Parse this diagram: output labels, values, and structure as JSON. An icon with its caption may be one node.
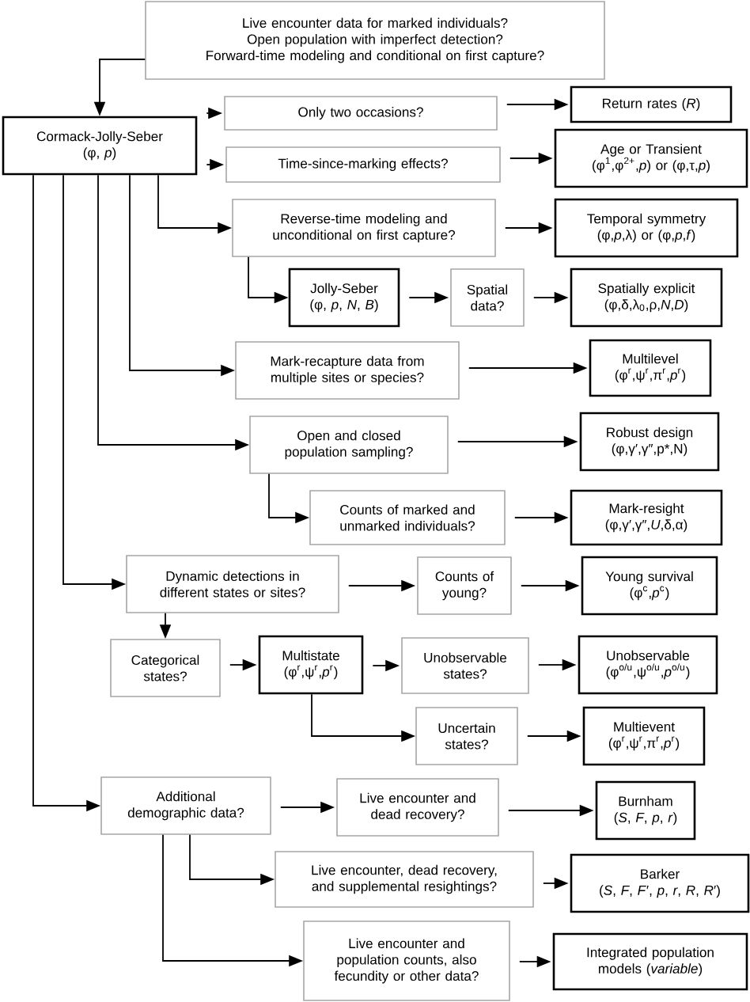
{
  "diagram": {
    "nodes": [
      {
        "text": [
          "Live encounter data for marked individuals?",
          "Open population with imperfect detection?",
          "Forward-time modeling and conditional on first capture?"
        ]
      },
      {
        "text": [
          "Cormack-Jolly-Seber",
          "(φ, *p*)"
        ]
      },
      {
        "text": [
          "Only two occasions?"
        ]
      },
      {
        "text": [
          "Return rates (*R*)"
        ]
      },
      {
        "text": [
          "Time-since-marking effects?"
        ]
      },
      {
        "text": [
          "Age or Transient",
          "(φ$^{1}$,φ$^{2+}$,*p*) or (φ,τ,*p*)"
        ]
      },
      {
        "text": [
          "Reverse-time modeling and unconditional on first capture?"
        ]
      },
      {
        "text": [
          "Temporal symmetry",
          "(φ,*p*,λ) or (φ,*p*,*f*)"
        ]
      },
      {
        "text": [
          "Jolly-Seber",
          "(φ, *p*, *N*, *B*)"
        ]
      },
      {
        "text": [
          "Spatial data?"
        ]
      },
      {
        "text": [
          "Spatially explicit",
          "(φ,δ,λ$_{0}$,ρ,*N*,*D*)"
        ]
      },
      {
        "text": [
          "Mark-recapture data from multiple sites or species?"
        ]
      },
      {
        "text": [
          "Multilevel",
          "(φ$^{r}$,ψ$^{r}$,π$^{r}$,*p*$^{r}$)"
        ]
      },
      {
        "text": [
          "Open and closed population sampling?"
        ]
      },
      {
        "text": [
          "Robust design",
          "(φ,γ′,γ″,p*,N)"
        ]
      },
      {
        "text": [
          "Counts of marked and unmarked individuals?"
        ]
      },
      {
        "text": [
          "Mark-resight",
          "(φ,γ′,γ″,*U*,δ,α)"
        ]
      },
      {
        "text": [
          "Dynamic detections in different states or sites?"
        ]
      },
      {
        "text": [
          "Counts of young?"
        ]
      },
      {
        "text": [
          "Young survival",
          "(φ$^{c}$,*p*$^{c}$)"
        ]
      },
      {
        "text": [
          "Categorical states?"
        ]
      },
      {
        "text": [
          "Multistate",
          "(φ$^{r}$,ψ$^{r}$,*p*$^{r}$)"
        ]
      },
      {
        "text": [
          "Unobservable states?"
        ]
      },
      {
        "text": [
          "Unobservable",
          "(φ$^{o/u}$,ψ$^{o/u}$,*p*$^{o/u}$)"
        ]
      },
      {
        "text": [
          "Uncertain states?"
        ]
      },
      {
        "text": [
          "Multievent",
          "(φ$^{r}$,ψ$^{r}$,π$^{r}$,*p*$^{r}$)"
        ]
      },
      {
        "text": [
          "Additional demographic data?"
        ]
      },
      {
        "text": [
          "Live encounter and dead recovery?"
        ]
      },
      {
        "text": [
          "Burnham",
          "(*S*, *F*, *p*, *r*)"
        ]
      },
      {
        "text": [
          "Live encounter, dead recovery, and supplemental resightings?"
        ]
      },
      {
        "text": [
          "Barker",
          "(*S*, *F*, *F*′, *p*, *r*, *R*, *R*′)"
        ]
      },
      {
        "text": [
          "Live encounter and population counts, also fecundity or other data?"
        ]
      },
      {
        "text": [
          "Integrated population models (*variable*)"
        ]
      }
    ],
    "edges": [
      {
        "from": 0,
        "to": 1,
        "arrow": "to"
      },
      {
        "from": 1,
        "to": 2,
        "arrow": "to"
      },
      {
        "from": 1,
        "to": 4,
        "arrow": "to"
      },
      {
        "from": 1,
        "to": 6,
        "arrow": "to"
      },
      {
        "from": 1,
        "to": 11,
        "arrow": "to"
      },
      {
        "from": 1,
        "to": 13,
        "arrow": "to"
      },
      {
        "from": 1,
        "to": 17,
        "arrow": "to"
      },
      {
        "from": 1,
        "to": 26,
        "arrow": "to"
      },
      {
        "from": 2,
        "to": 3,
        "arrow": "to"
      },
      {
        "from": 4,
        "to": 5,
        "arrow": "to"
      },
      {
        "from": 6,
        "to": 7,
        "arrow": "to"
      },
      {
        "from": 6,
        "to": 8,
        "arrow": "to"
      },
      {
        "from": 8,
        "to": 9,
        "arrow": "to"
      },
      {
        "from": 9,
        "to": 10,
        "arrow": "to"
      },
      {
        "from": 11,
        "to": 12,
        "arrow": "to"
      },
      {
        "from": 13,
        "to": 14,
        "arrow": "to"
      },
      {
        "from": 13,
        "to": 15,
        "arrow": "to"
      },
      {
        "from": 15,
        "to": 16,
        "arrow": "to"
      },
      {
        "from": 17,
        "to": 18,
        "arrow": "to"
      },
      {
        "from": 18,
        "to": 19,
        "arrow": "to"
      },
      {
        "from": 17,
        "to": 20,
        "arrow": "to"
      },
      {
        "from": 20,
        "to": 21,
        "arrow": "to"
      },
      {
        "from": 21,
        "to": 22,
        "arrow": "to"
      },
      {
        "from": 22,
        "to": 23,
        "arrow": "to"
      },
      {
        "from": 21,
        "to": 24,
        "arrow": "to"
      },
      {
        "from": 24,
        "to": 25,
        "arrow": "to"
      },
      {
        "from": 26,
        "to": 27,
        "arrow": "to"
      },
      {
        "from": 27,
        "to": 28,
        "arrow": "to"
      },
      {
        "from": 26,
        "to": 29,
        "arrow": "to"
      },
      {
        "from": 29,
        "to": 30,
        "arrow": "to"
      },
      {
        "from": 26,
        "to": 31,
        "arrow": "to"
      },
      {
        "from": 31,
        "to": 32,
        "arrow": "to"
      }
    ]
  }
}
